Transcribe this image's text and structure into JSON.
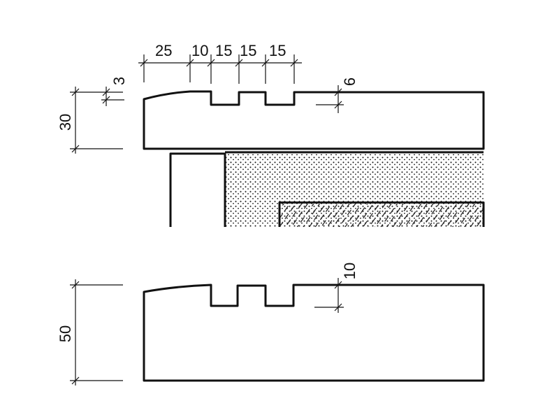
{
  "top_section": {
    "groove_dims": [
      "25",
      "10",
      "15",
      "15",
      "15"
    ],
    "thickness": "30",
    "bevel": "3",
    "groove_depth": "6"
  },
  "bottom_section": {
    "thickness": "50",
    "groove_depth": "10"
  }
}
